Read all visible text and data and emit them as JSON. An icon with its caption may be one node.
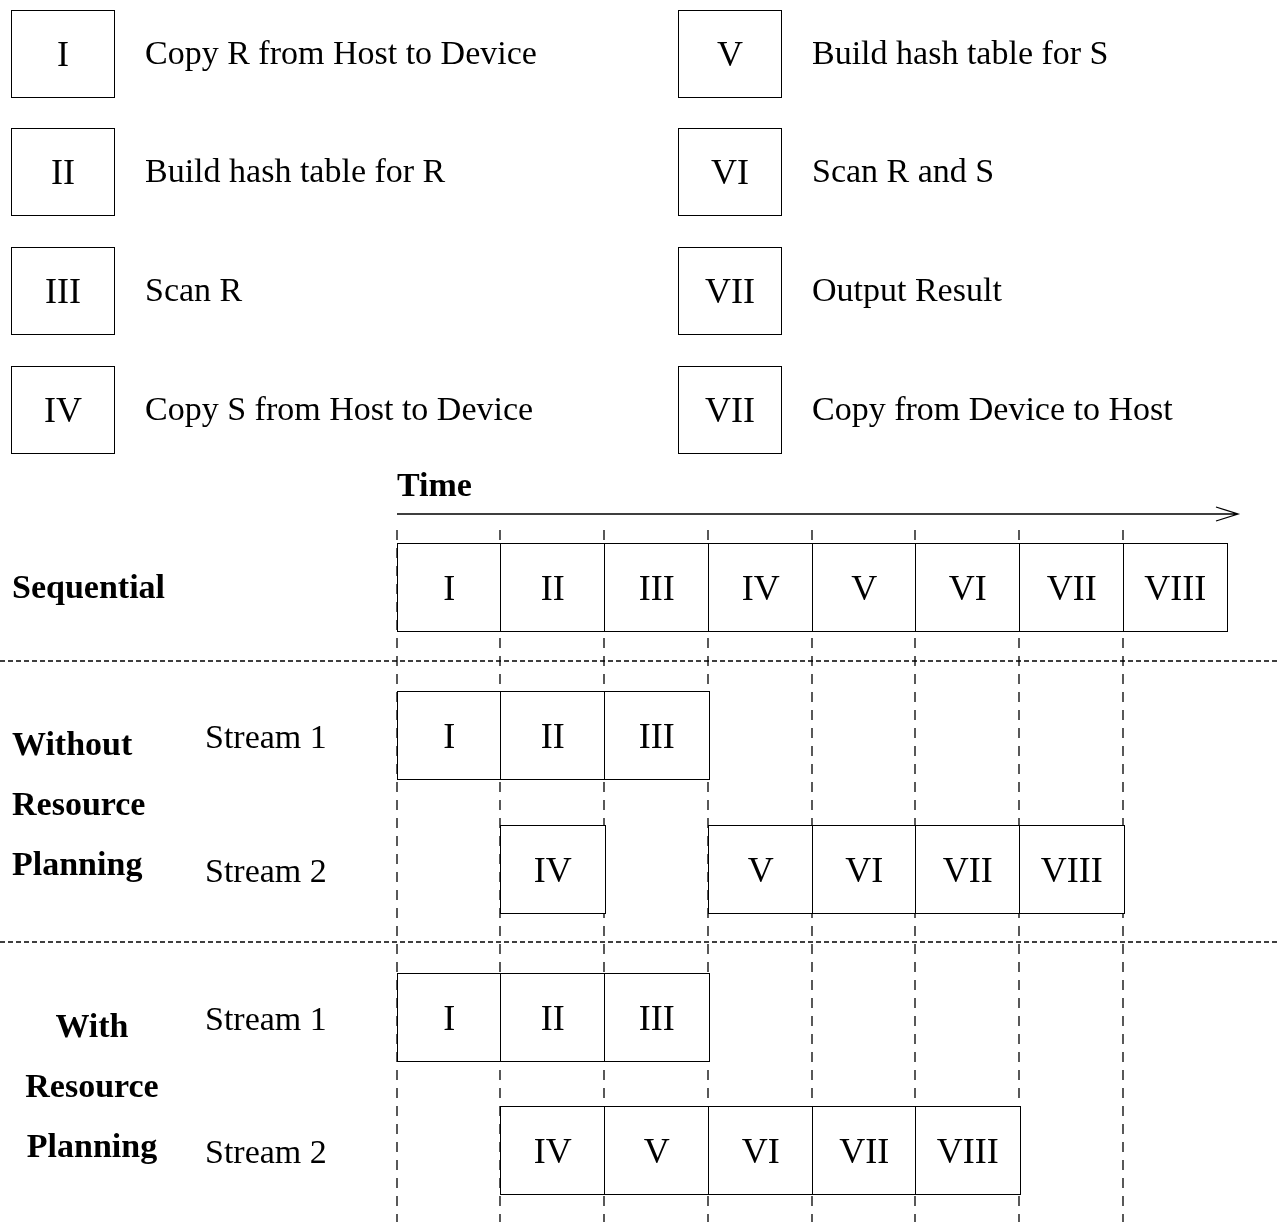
{
  "diagram": {
    "nodes": [
      {
        "text": [
          "I"
        ],
        "beside": [
          "Copy R from Host to Device"
        ]
      },
      {
        "text": [
          "V"
        ],
        "beside": [
          "Build hash table for S"
        ]
      },
      {
        "text": [
          "II"
        ],
        "beside": [
          "Build hash table for R"
        ]
      },
      {
        "text": [
          "VI"
        ],
        "beside": [
          "Scan R and S"
        ]
      },
      {
        "text": [
          "III"
        ],
        "beside": [
          "Scan R"
        ]
      },
      {
        "text": [
          "VII"
        ],
        "beside": [
          "Output Result"
        ]
      },
      {
        "text": [
          "IV"
        ],
        "beside": [
          "Copy S from Host to Device"
        ]
      },
      {
        "text": [
          "VII"
        ],
        "beside": [
          "Copy from Device to Host"
        ]
      },
      {
        "text": [
          "I"
        ]
      },
      {
        "text": [
          "II"
        ]
      },
      {
        "text": [
          "III"
        ]
      },
      {
        "text": [
          "IV"
        ]
      },
      {
        "text": [
          "V"
        ]
      },
      {
        "text": [
          "VI"
        ]
      },
      {
        "text": [
          "VII"
        ]
      },
      {
        "text": [
          "VIII"
        ]
      },
      {
        "text": [
          "I"
        ]
      },
      {
        "text": [
          "II"
        ]
      },
      {
        "text": [
          "III"
        ]
      },
      {
        "text": [
          "IV"
        ]
      },
      {
        "text": [
          "V"
        ]
      },
      {
        "text": [
          "VI"
        ]
      },
      {
        "text": [
          "VII"
        ]
      },
      {
        "text": [
          "VIII"
        ]
      },
      {
        "text": [
          "I"
        ]
      },
      {
        "text": [
          "II"
        ]
      },
      {
        "text": [
          "III"
        ]
      },
      {
        "text": [
          "IV"
        ]
      },
      {
        "text": [
          "V"
        ]
      },
      {
        "text": [
          "VI"
        ]
      },
      {
        "text": [
          "VII"
        ]
      },
      {
        "text": [
          "VIII"
        ]
      }
    ],
    "labels": [
      "Time",
      "Sequential",
      "Without Resource Planning",
      "Stream 1",
      "Stream 2",
      "With Resource Planning",
      "Stream 1",
      "Stream 2"
    ]
  }
}
